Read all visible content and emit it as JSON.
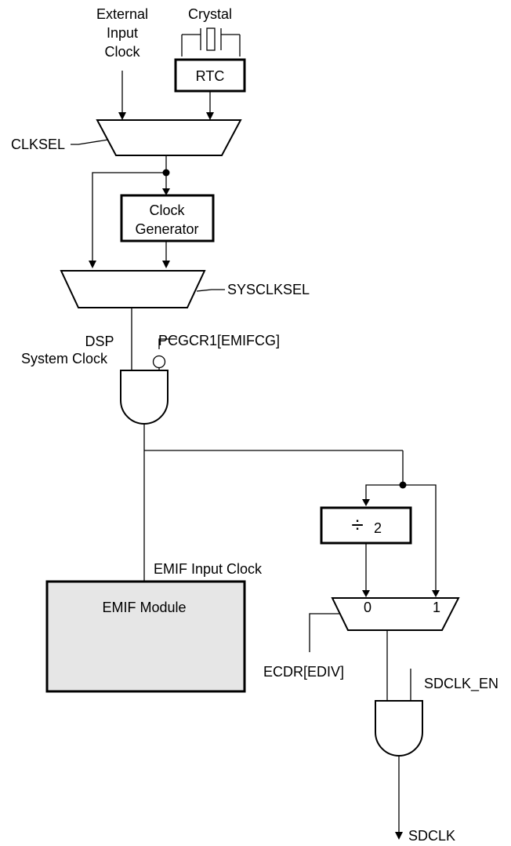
{
  "labels": {
    "external_input_clock": [
      "External",
      "Input",
      "Clock"
    ],
    "crystal": "Crystal",
    "rtc": "RTC",
    "clksel": "CLKSEL",
    "clock_generator": [
      "Clock",
      "Generator"
    ],
    "sysclksel": "SYSCLKSEL",
    "dsp_system_clock": [
      "DSP",
      "System Clock"
    ],
    "pcgcr1": "PCGCR1[EMIFCG]",
    "divide_symbol": "÷",
    "divide_value": "2",
    "emif_input_clock": "EMIF Input Clock",
    "emif_module": "EMIF Module",
    "mux_input_0": "0",
    "mux_input_1": "1",
    "ecdr": "ECDR[EDIV]",
    "sdclk_en": "SDCLK_EN",
    "sdclk": "SDCLK"
  },
  "colors": {
    "line": "#000000",
    "module_fill": "#e6e6e6",
    "background": "#ffffff"
  }
}
